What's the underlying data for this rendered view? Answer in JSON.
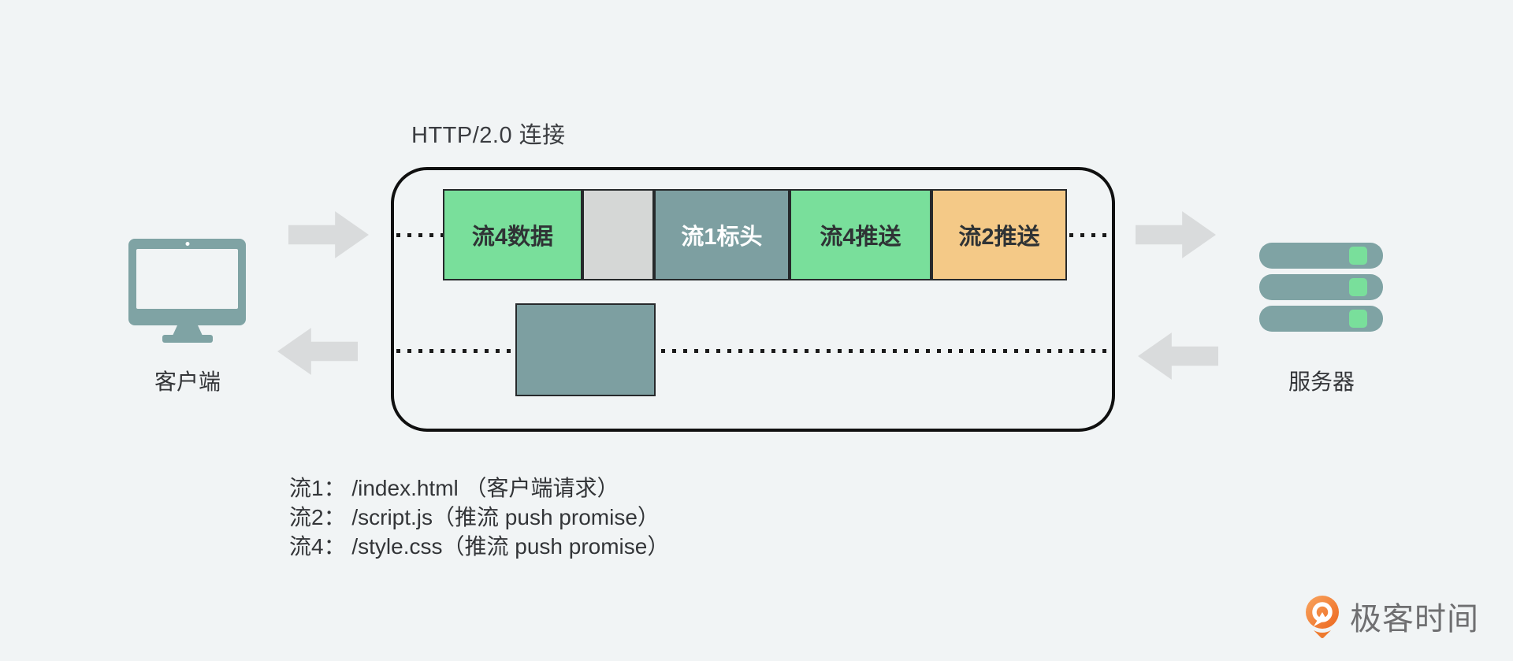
{
  "title": "HTTP/2.0 连接",
  "client": {
    "label": "客户端",
    "icon": "monitor-icon"
  },
  "server": {
    "label": "服务器",
    "icon": "server-stack-icon"
  },
  "connection": {
    "frames_row1": [
      {
        "label": "流4数据",
        "color": "#79DF9B",
        "text_color": "#2F3335"
      },
      {
        "label": "",
        "color": "#D5D7D6",
        "text_color": "#2F3335"
      },
      {
        "label": "流1标头",
        "color": "#7D9FA1",
        "text_color": "#FFFFFF"
      },
      {
        "label": "流4推送",
        "color": "#79DF9B",
        "text_color": "#2F3335"
      },
      {
        "label": "流2推送",
        "color": "#F4C987",
        "text_color": "#2F3335"
      }
    ],
    "frames_row2": [
      {
        "label": "",
        "color": "#7D9FA1",
        "text_color": "#FFFFFF"
      }
    ],
    "arrows": {
      "top_left": "right",
      "top_right": "right",
      "bottom_left": "left",
      "bottom_right": "left"
    }
  },
  "legend": {
    "lines": [
      "流1： /index.html （客户端请求）",
      "流2： /script.js（推流 push promise）",
      "流4： /style.css（推流 push promise）"
    ]
  },
  "logo": {
    "text": "极客时间",
    "icon": "geek-time-pin-icon"
  },
  "colors": {
    "background": "#F1F4F5",
    "green": "#79DF9B",
    "gray": "#D5D7D6",
    "slate": "#7D9FA1",
    "orange": "#F4C987",
    "teal_icon": "#7FA3A4",
    "arrow_gray": "#D9DBDC",
    "logo_orange": "#EE6F26",
    "text_dark": "#333538"
  }
}
